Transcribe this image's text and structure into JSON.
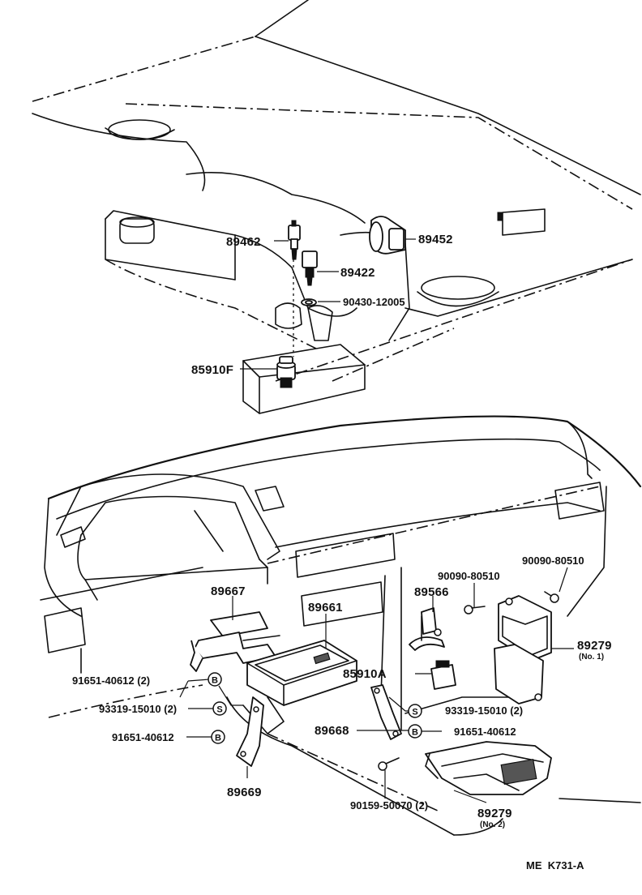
{
  "labels": {
    "p89462": "89462",
    "p89452": "89452",
    "p89422": "89422",
    "p90430": "90430-12005",
    "p85910F": "85910F",
    "p89667": "89667",
    "p89661": "89661",
    "p89566": "89566",
    "p90090a": "90090-80510",
    "p90090b": "90090-80510",
    "p89279a": "89279",
    "p89279a_sub": "(No. 1)",
    "p85910A": "85910A",
    "p91651a": "91651-40612 (2)",
    "p93319a": "93319-15010 (2)",
    "p91651b": "91651-40612",
    "p93319b": "93319-15010 (2)",
    "p89668": "89668",
    "p91651c": "91651-40612",
    "p89669": "89669",
    "p90159": "90159-50070 (2)",
    "p89279b": "89279",
    "p89279b_sub": "(No. 2)"
  },
  "symbols": {
    "b": "B",
    "s": "S"
  },
  "footer": {
    "code": "ME  K731-A"
  },
  "icons": {
    "bolt": "bolt-marker-icon",
    "screw": "screw-marker-icon"
  }
}
